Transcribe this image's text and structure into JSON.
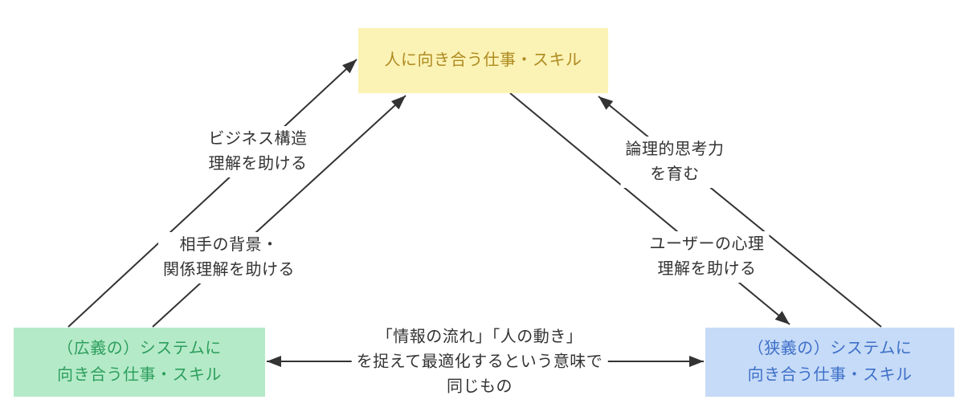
{
  "canvas": {
    "background": "#ffffff"
  },
  "colors": {
    "edge": "#333333",
    "edge_label_text": "#333333",
    "edge_label_bg": "#ffffff",
    "people_bg": "#FBF2B5",
    "people_text": "#AE8B20",
    "system_broad_bg": "#B5EAC8",
    "system_broad_text": "#2D9F5D",
    "system_narrow_bg": "#C6DBF7",
    "system_narrow_text": "#3E70C9"
  },
  "nodes": {
    "people": {
      "lines": [
        "人に向き合う仕事・スキル"
      ],
      "bg": "#FBF2B5",
      "text_color": "#AE8B20"
    },
    "system_broad": {
      "lines": [
        "（広義の）システムに",
        "向き合う仕事・スキル"
      ],
      "bg": "#B5EAC8",
      "text_color": "#2D9F5D"
    },
    "system_narrow": {
      "lines": [
        "（狭義の）システムに",
        "向き合う仕事・スキル"
      ],
      "bg": "#C6DBF7",
      "text_color": "#3E70C9"
    }
  },
  "edges": [
    {
      "from": "system_broad",
      "to": "people",
      "direction": "one-way",
      "label_lines": [
        "ビジネス構造",
        "理解を助ける"
      ]
    },
    {
      "from": "system_broad",
      "to": "people",
      "direction": "one-way",
      "label_lines": [
        "相手の背景・",
        "関係理解を助ける"
      ]
    },
    {
      "from": "system_narrow",
      "to": "people",
      "direction": "one-way",
      "label_lines": [
        "論理的思考力",
        "を育む"
      ]
    },
    {
      "from": "people",
      "to": "system_narrow",
      "direction": "one-way",
      "label_lines": [
        "ユーザーの心理",
        "理解を助ける"
      ]
    },
    {
      "from": "system_broad",
      "to": "system_narrow",
      "direction": "two-way",
      "label_lines": [
        "「情報の流れ」「人の動き」",
        "を捉えて最適化するという意味で",
        "同じもの"
      ]
    }
  ]
}
